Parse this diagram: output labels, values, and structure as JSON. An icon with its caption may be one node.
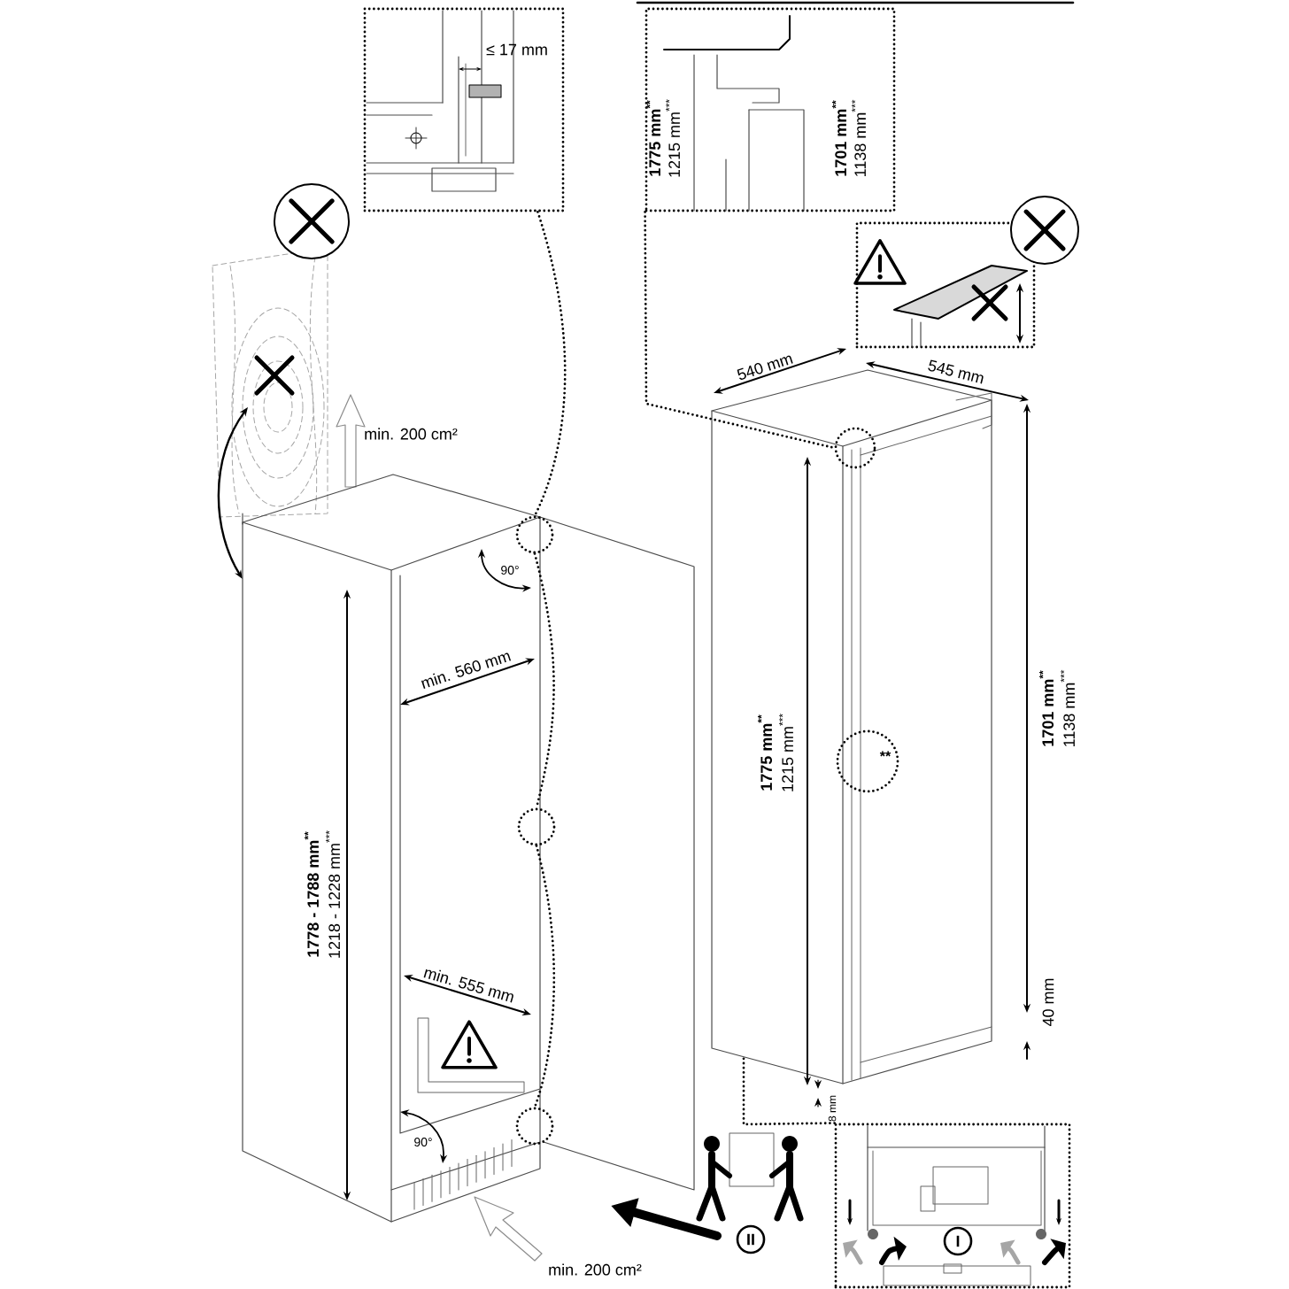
{
  "diagram": {
    "nodes": [
      {
        "text": [
          "≤ 17 mm"
        ]
      },
      {
        "text": [
          "1775 mm$^{**}$",
          "1215 mm$^{***}$",
          "1701 mm$^{**}$",
          "1138 mm$^{***}$"
        ]
      },
      {
        "text": [],
        "shape": "picture"
      },
      {
        "text": [],
        "shape": "circle"
      },
      {
        "text": [],
        "shape": "circle"
      },
      {
        "text": [],
        "shape": "circle"
      },
      {
        "text": [],
        "shape": "circle"
      },
      {
        "text": [
          "**"
        ]
      },
      {
        "text": [
          "I"
        ]
      }
    ],
    "edges": [
      {
        "from": 0,
        "to": 3,
        "arrow": "none",
        "style": "dashed"
      },
      {
        "from": 3,
        "to": 4,
        "arrow": "none",
        "style": "dashed"
      },
      {
        "from": 4,
        "to": 5,
        "arrow": "none",
        "style": "dashed"
      },
      {
        "from": 1,
        "to": 6,
        "arrow": "none",
        "style": "dashed"
      },
      {
        "from": 8,
        "to": null,
        "arrow": "none",
        "style": "dashed"
      }
    ],
    "labels": [
      "min. 200 cm²",
      "90°",
      "min. 560 mm",
      "1778 - 1788 mm$^{**}$",
      "1218 - 1228 mm$^{***}$",
      "min. 555 mm",
      "90°",
      "min. 200 cm²",
      "540 mm",
      "545 mm",
      "1775 mm$^{**}$",
      "1215 mm$^{***}$",
      "1701 mm$^{**}$",
      "1138 mm$^{***}$",
      "40 mm",
      "8 mm",
      "II"
    ]
  }
}
